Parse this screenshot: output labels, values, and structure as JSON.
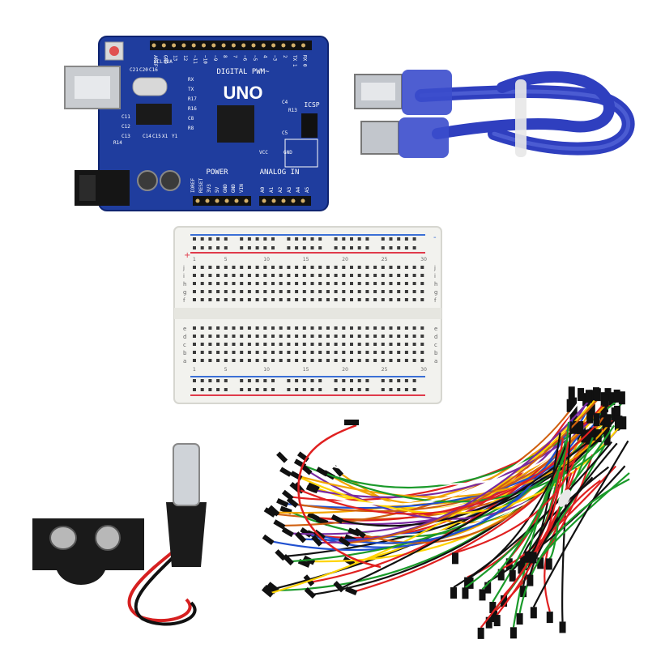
{
  "board": {
    "name": "UNO",
    "header_top": "DIGITAL PWM~",
    "power": "POWER",
    "analog": "ANALOG IN",
    "icsp": "ICSP",
    "pins_top": [
      "AREF",
      "GND",
      "13",
      "12",
      "~11",
      "~10",
      "~9",
      "8",
      "7",
      "~6",
      "~5",
      "4",
      "~3",
      "2",
      "TX 1",
      "RX 0"
    ],
    "pins_power": [
      "IOREF",
      "RESET",
      "3V3",
      "5V",
      "GND",
      "GND",
      "VIN"
    ],
    "pins_analog": [
      "A0",
      "A1",
      "A2",
      "A3",
      "A4",
      "A5"
    ],
    "labels": [
      "SCL",
      "SDA",
      "C21",
      "C20",
      "C16",
      "RX",
      "TX",
      "C4",
      "R13",
      "C5",
      "R17",
      "R16",
      "C8",
      "R8",
      "C11",
      "C12",
      "C13",
      "C14",
      "C15",
      "X1",
      "Y1",
      "R14",
      "VCC",
      "GND"
    ],
    "colors": {
      "pcb": "#1f3d9e",
      "silk": "#ffffff",
      "header": "#111111"
    }
  },
  "breadboard": {
    "rows": [
      "a",
      "b",
      "c",
      "d",
      "e",
      "f",
      "g",
      "h",
      "i",
      "j"
    ],
    "cols": [
      "1",
      "5",
      "10",
      "15",
      "20",
      "25",
      "30"
    ],
    "rail_plus": "+",
    "rail_minus": "-",
    "colors": {
      "body": "#f2f2ee",
      "red_rail": "#e03a4a",
      "blue_rail": "#3b6fd6"
    }
  },
  "cable": {
    "colors": {
      "body": "#2f3fbf",
      "plug": "#9aa0a8"
    }
  },
  "battery_clip": {
    "colors": {
      "clip": "#1a1a1a",
      "red_wire": "#d62020",
      "black_wire": "#111111"
    }
  },
  "jumpers": {
    "colors": [
      "#e02020",
      "#f2a400",
      "#ffd400",
      "#1a9a2a",
      "#2050d0",
      "#7a2aa0",
      "#111111",
      "#ffffff",
      "#d06010"
    ]
  }
}
